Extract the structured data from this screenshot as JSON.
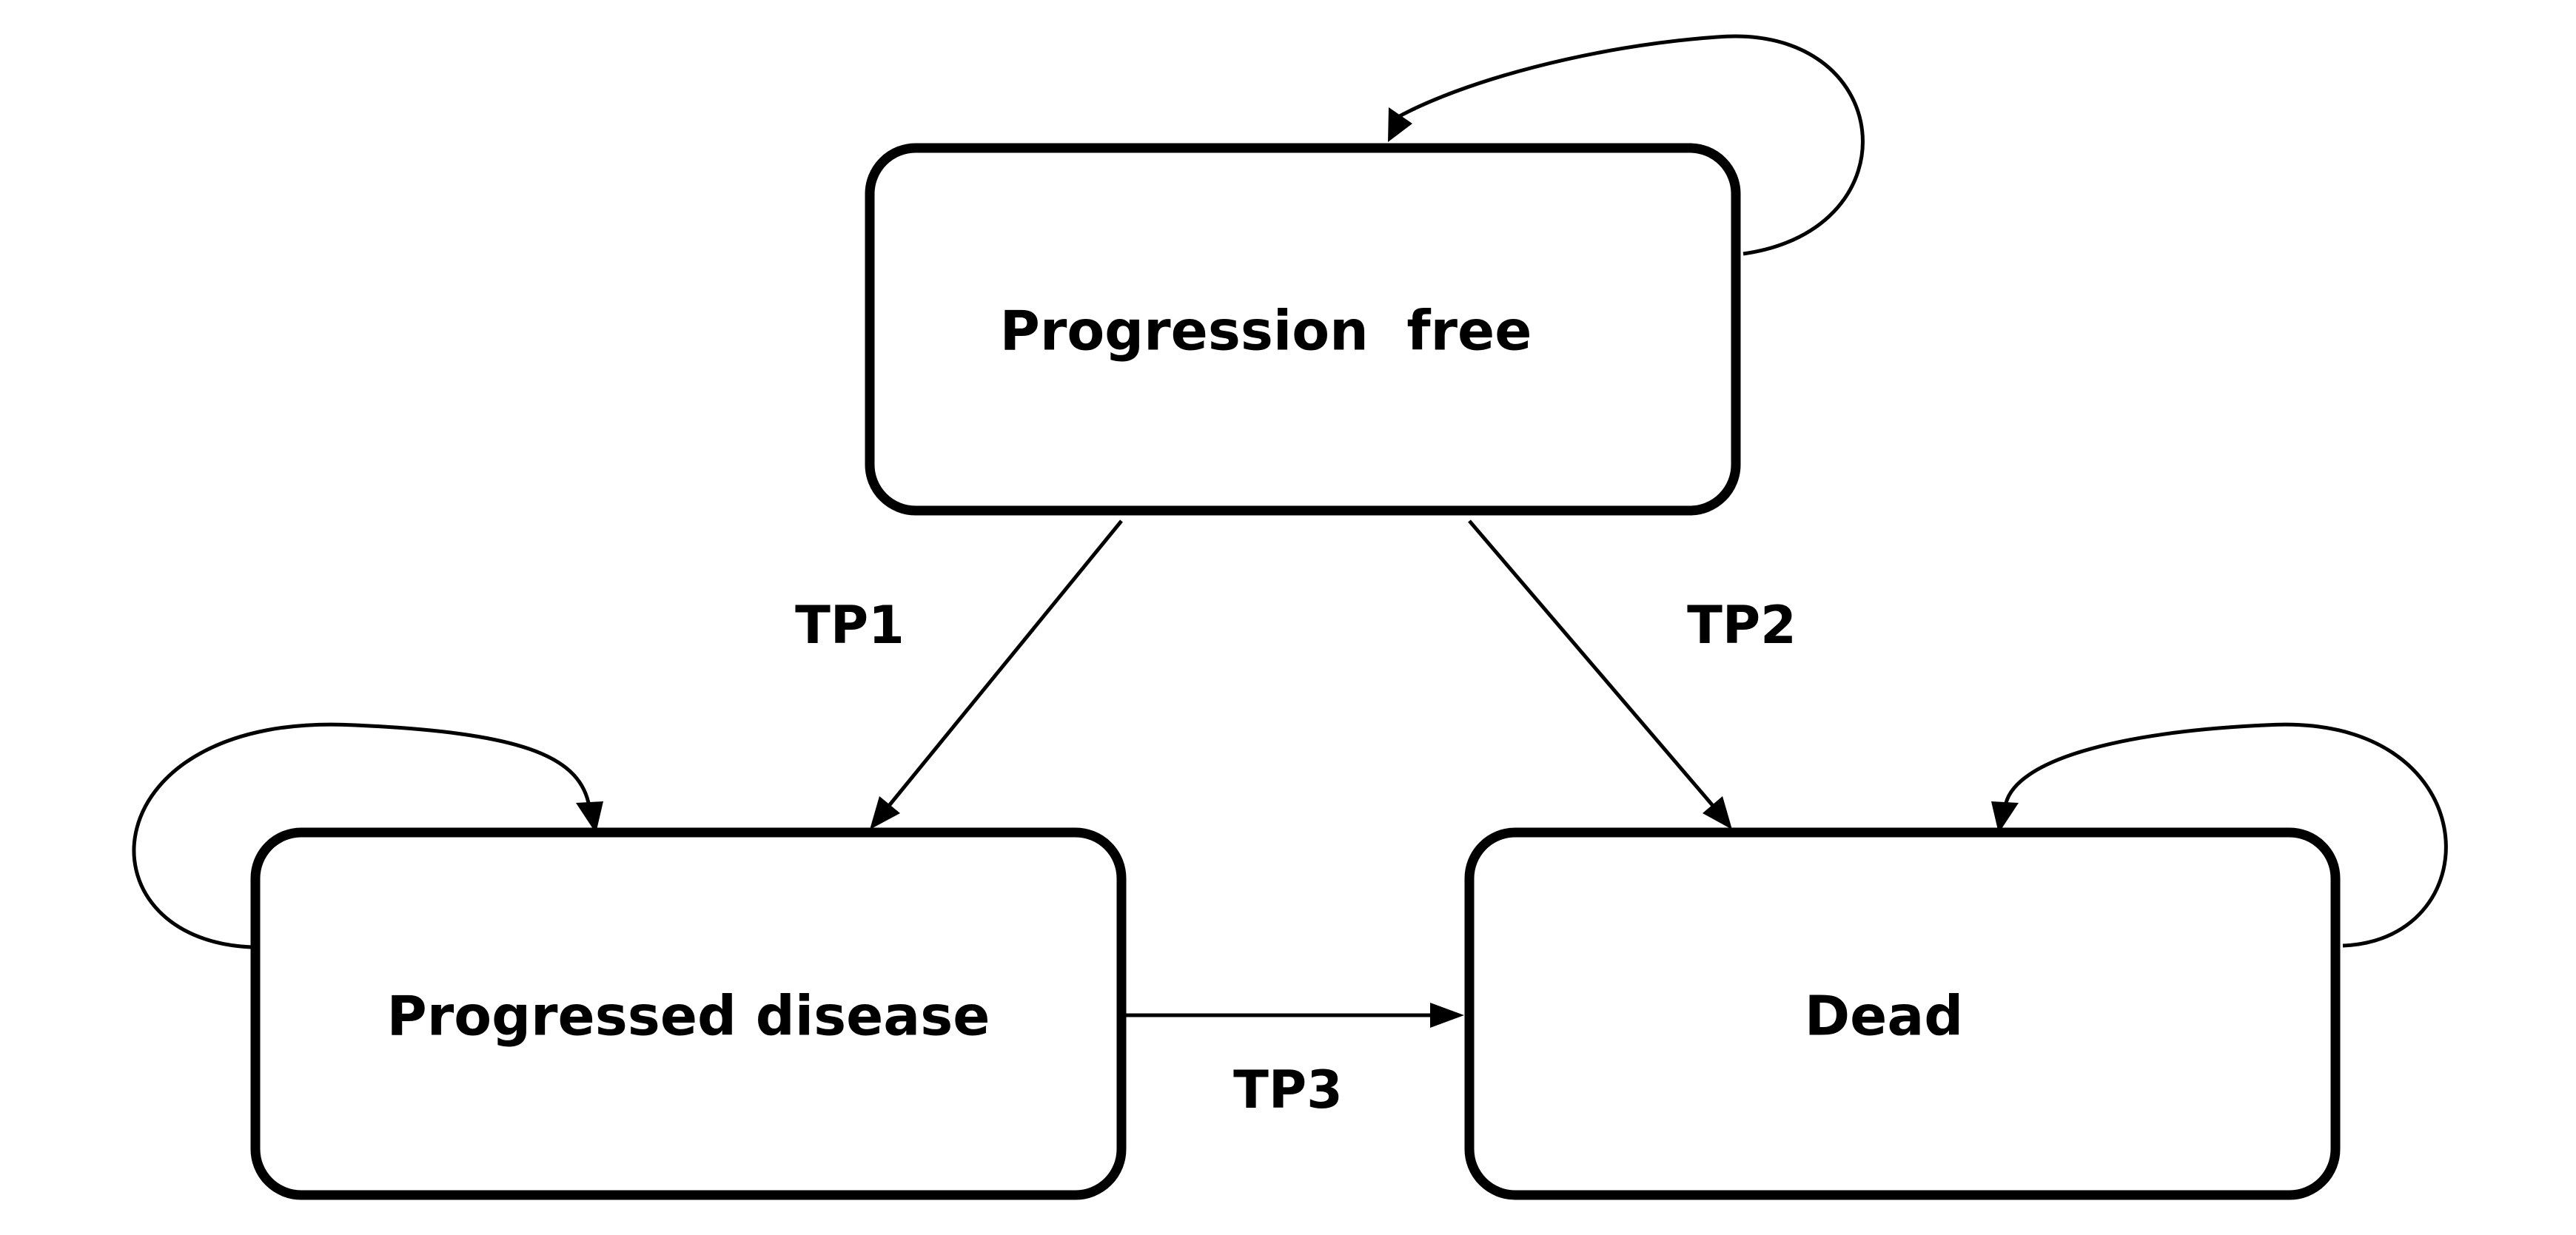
{
  "states": {
    "progression_free": "Progression  free",
    "progressed_disease": "Progressed disease",
    "dead": "Dead"
  },
  "transitions": {
    "tp1": "TP1",
    "tp2": "TP2",
    "tp3": "TP3"
  },
  "colors": {
    "stroke": "#000000",
    "background": "#ffffff"
  }
}
